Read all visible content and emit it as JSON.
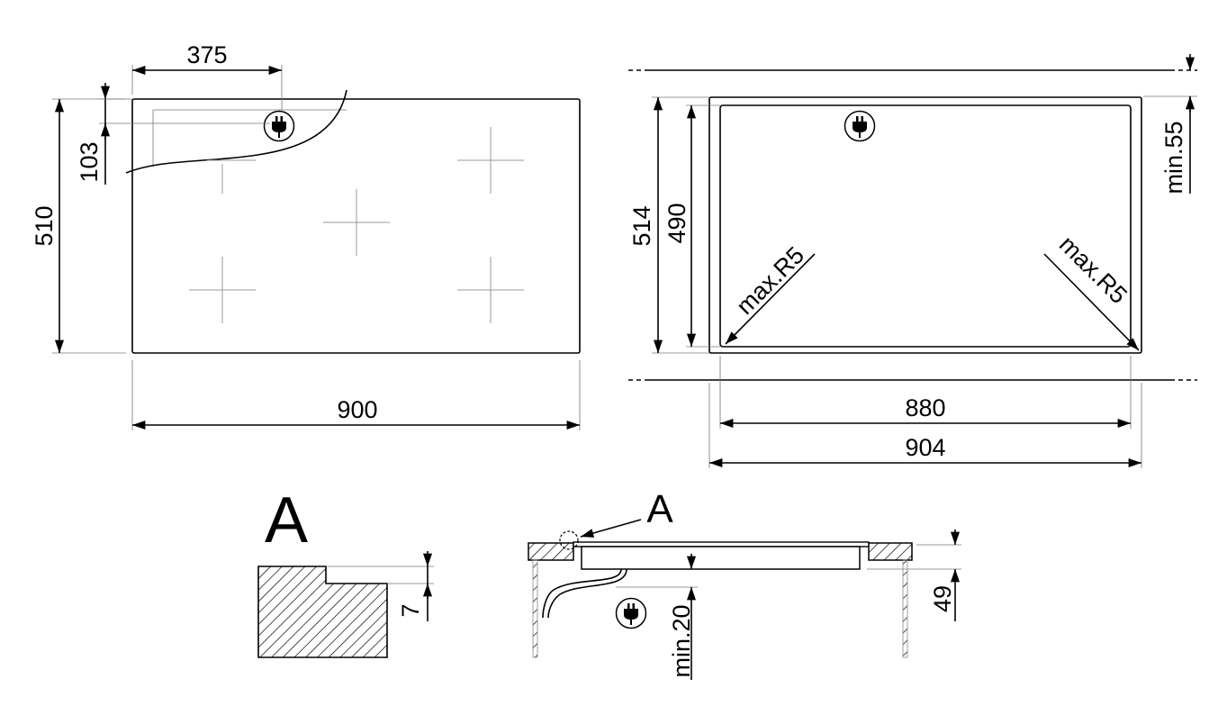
{
  "top_view": {
    "dim_plug_offset": "375",
    "dim_plug_depth": "103",
    "dim_depth": "510",
    "dim_width": "900"
  },
  "cutout_view": {
    "dim_outer_depth": "514",
    "dim_inner_depth": "490",
    "radius_left": "max.R5",
    "radius_right": "max.R5",
    "dim_clearance": "min.55",
    "dim_inner_width": "880",
    "dim_outer_width": "904"
  },
  "detail": {
    "label": "A",
    "dim_step": "7"
  },
  "section_view": {
    "detail_ref": "A",
    "dim_min_gap": "min.20",
    "dim_height": "49"
  },
  "icons": [
    "plug-icon"
  ]
}
